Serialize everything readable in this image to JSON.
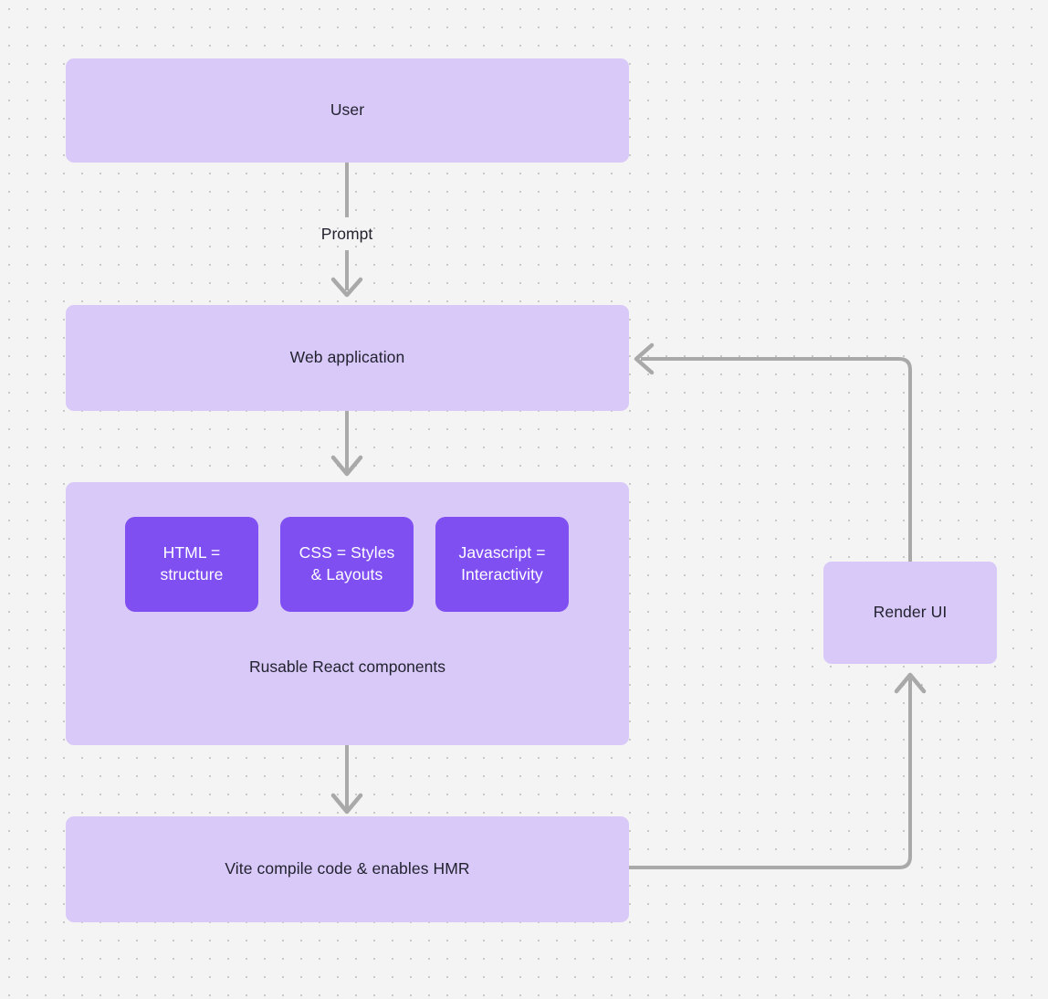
{
  "canvas": {
    "background": "#f4f4f4",
    "dot_color": "#c9c9c9",
    "node_fill": "#d8c9f9",
    "node_accent_fill": "#7f4ff2",
    "edge_color": "#a9a9a9",
    "text_color": "#232330"
  },
  "nodes": {
    "user": {
      "label": "User"
    },
    "web_application": {
      "label": "Web application"
    },
    "tech_group": {
      "caption": "Rusable React components",
      "items": [
        {
          "label": "HTML =\nstructure",
          "line1": "HTML =",
          "line2": "structure"
        },
        {
          "label": "CSS = Styles\n& Layouts",
          "line1": "CSS = Styles",
          "line2": "& Layouts"
        },
        {
          "label": "Javascript =\nInteractivity",
          "line1": "Javascript =",
          "line2": "Interactivity"
        }
      ]
    },
    "vite": {
      "label": "Vite compile code & enables HMR"
    },
    "render_ui": {
      "label": "Render UI"
    }
  },
  "edges": [
    {
      "id": "user-to-web",
      "label": "Prompt",
      "from": "user",
      "to": "web_application",
      "direction": "down"
    },
    {
      "id": "web-to-tech",
      "label": "",
      "from": "web_application",
      "to": "tech_group",
      "direction": "down"
    },
    {
      "id": "tech-to-vite",
      "label": "",
      "from": "tech_group",
      "to": "vite",
      "direction": "down"
    },
    {
      "id": "vite-to-render",
      "label": "",
      "from": "vite",
      "to": "render_ui",
      "direction": "up"
    },
    {
      "id": "render-to-web",
      "label": "",
      "from": "render_ui",
      "to": "web_application",
      "direction": "left"
    }
  ]
}
